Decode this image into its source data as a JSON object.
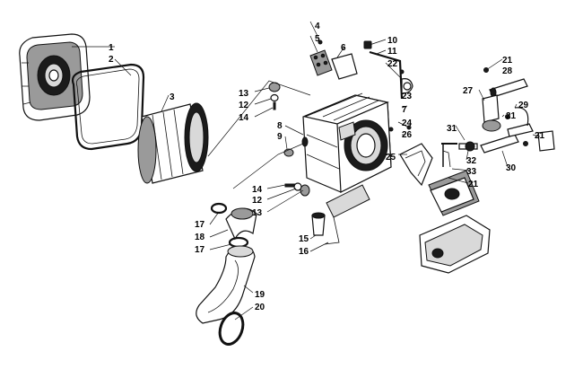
{
  "callouts": [
    {
      "id": "c1",
      "label": "1"
    },
    {
      "id": "c2",
      "label": "2"
    },
    {
      "id": "c3",
      "label": "3"
    },
    {
      "id": "c4",
      "label": "4"
    },
    {
      "id": "c5",
      "label": "5"
    },
    {
      "id": "c6",
      "label": "6"
    },
    {
      "id": "c7",
      "label": "7"
    },
    {
      "id": "c8",
      "label": "8"
    },
    {
      "id": "c9",
      "label": "9"
    },
    {
      "id": "c10",
      "label": "10"
    },
    {
      "id": "c11",
      "label": "11"
    },
    {
      "id": "c12a",
      "label": "12"
    },
    {
      "id": "c12b",
      "label": "12"
    },
    {
      "id": "c13a",
      "label": "13"
    },
    {
      "id": "c13b",
      "label": "13"
    },
    {
      "id": "c14a",
      "label": "14"
    },
    {
      "id": "c14b",
      "label": "14"
    },
    {
      "id": "c15",
      "label": "15"
    },
    {
      "id": "c16",
      "label": "16"
    },
    {
      "id": "c17a",
      "label": "17"
    },
    {
      "id": "c17b",
      "label": "17"
    },
    {
      "id": "c18",
      "label": "18"
    },
    {
      "id": "c19",
      "label": "19"
    },
    {
      "id": "c20",
      "label": "20"
    },
    {
      "id": "c21a",
      "label": "21"
    },
    {
      "id": "c21b",
      "label": "21"
    },
    {
      "id": "c21c",
      "label": "21"
    },
    {
      "id": "c21d",
      "label": "21"
    },
    {
      "id": "c22",
      "label": "22"
    },
    {
      "id": "c23",
      "label": "23"
    },
    {
      "id": "c24",
      "label": "24"
    },
    {
      "id": "c25",
      "label": "25"
    },
    {
      "id": "c26",
      "label": "26"
    },
    {
      "id": "c27",
      "label": "27"
    },
    {
      "id": "c28",
      "label": "28"
    },
    {
      "id": "c29",
      "label": "29"
    },
    {
      "id": "c30",
      "label": "30"
    },
    {
      "id": "c31",
      "label": "31"
    },
    {
      "id": "c32",
      "label": "32"
    },
    {
      "id": "c33",
      "label": "33"
    }
  ]
}
